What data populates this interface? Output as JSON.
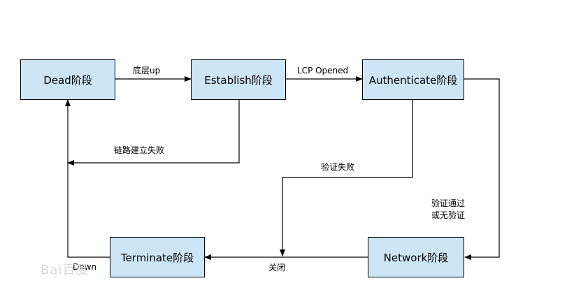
{
  "nodes": {
    "dead": "Dead阶段",
    "establish": "Establish阶段",
    "authenticate": "Authenticate阶段",
    "network": "Network阶段",
    "terminate": "Terminate阶段"
  },
  "edges": {
    "dead_to_establish": "底层up",
    "establish_to_auth": "LCP Opened",
    "establish_fail": "链路建立失败",
    "auth_fail": "验证失败",
    "auth_pass_line1": "验证通过",
    "auth_pass_line2": "或无验证",
    "network_to_terminate": "关闭",
    "terminate_to_dead": "Down"
  },
  "watermark": "Bai百度"
}
